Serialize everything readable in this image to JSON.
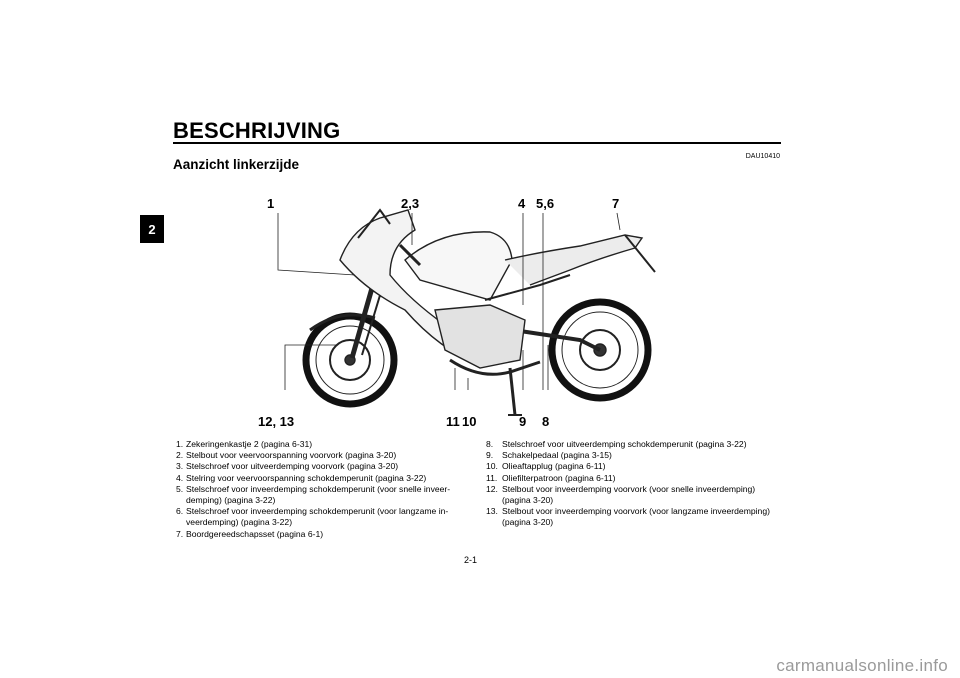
{
  "chapter_tab": "2",
  "header": {
    "title": "BESCHRIJVING",
    "code": "DAU10410",
    "subtitle": "Aanzicht linkerzijde"
  },
  "diagram": {
    "callouts": {
      "c1": "1",
      "c23": "2,3",
      "c4": "4",
      "c56": "5,6",
      "c7": "7",
      "c1213": "12, 13",
      "c11": "11",
      "c10": "10",
      "c9": "9",
      "c8": "8"
    }
  },
  "legend": {
    "left": [
      {
        "n": "1.",
        "t": "Zekeringenkastje 2 (pagina 6-31)"
      },
      {
        "n": "2.",
        "t": "Stelbout voor veervoorspanning voorvork (pagina 3-20)"
      },
      {
        "n": "3.",
        "t": "Stelschroef voor uitveerdemping voorvork (pagina 3-20)"
      },
      {
        "n": "4.",
        "t": "Stelring voor veervoorspanning schokdemperunit (pagina 3-22)"
      },
      {
        "n": "5.",
        "t": "Stelschroef voor inveerdemping schokdemperunit (voor snelle inveer-demping) (pagina 3-22)"
      },
      {
        "n": "6.",
        "t": "Stelschroef voor inveerdemping schokdemperunit (voor langzame in-veerdemping) (pagina 3-22)"
      },
      {
        "n": "7.",
        "t": "Boordgereedschapsset (pagina 6-1)"
      }
    ],
    "right": [
      {
        "n": "8.",
        "t": "Stelschroef voor uitveerdemping schokdemperunit (pagina 3-22)"
      },
      {
        "n": "9.",
        "t": "Schakelpedaal (pagina 3-15)"
      },
      {
        "n": "10.",
        "t": "Olieaftapplug (pagina 6-11)"
      },
      {
        "n": "11.",
        "t": "Oliefilterpatroon (pagina 6-11)"
      },
      {
        "n": "12.",
        "t": "Stelbout voor inveerdemping voorvork (voor snelle inveerdemping) (pagina 3-20)"
      },
      {
        "n": "13.",
        "t": "Stelbout voor inveerdemping voorvork (voor langzame inveerdemping) (pagina 3-20)"
      }
    ]
  },
  "footer": {
    "page": "2-1",
    "watermark": "carmanualsonline.info"
  }
}
